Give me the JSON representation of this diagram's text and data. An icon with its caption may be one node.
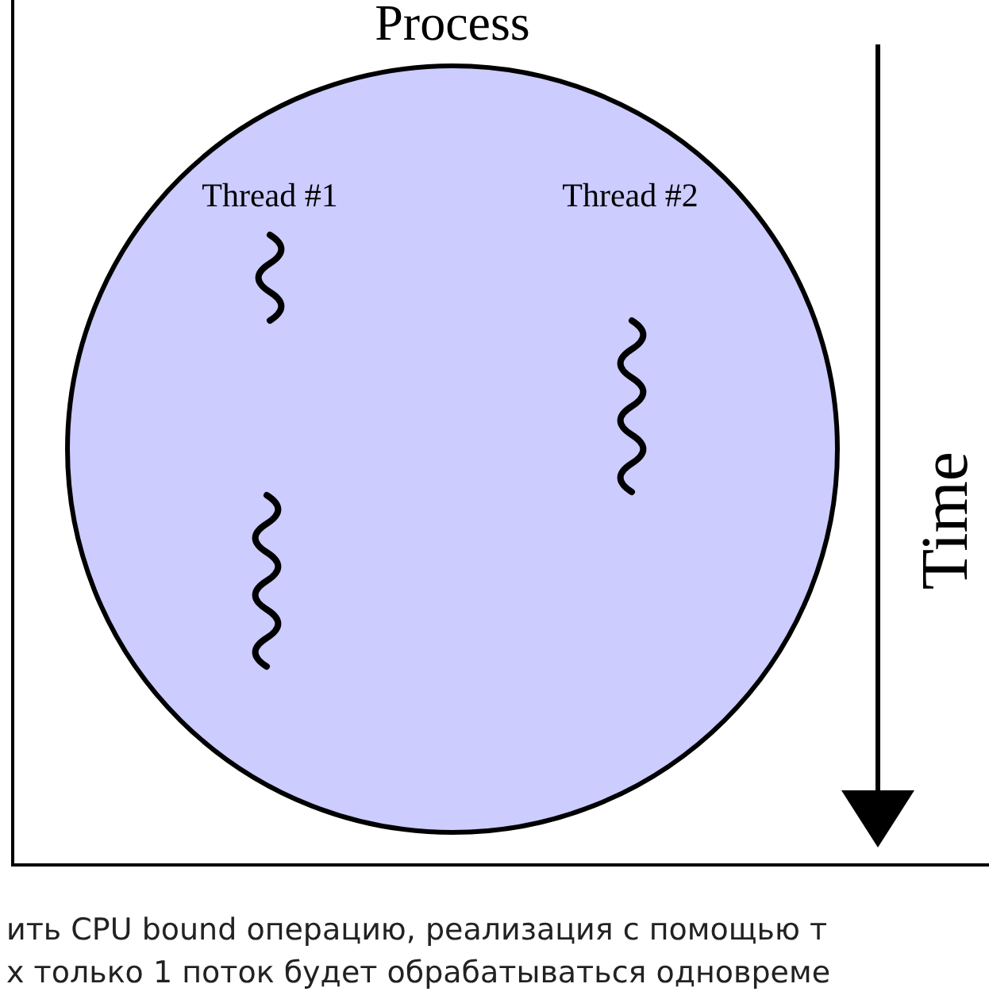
{
  "diagram": {
    "title": "Process",
    "nodes": [
      {
        "text": [
          "Thread #1",
          "Thread #2"
        ]
      }
    ],
    "labels": [
      "Time",
      "ить CPU bound операцию, реализация с помощью т",
      "х только 1 поток будет обрабатываться одновреме"
    ]
  }
}
